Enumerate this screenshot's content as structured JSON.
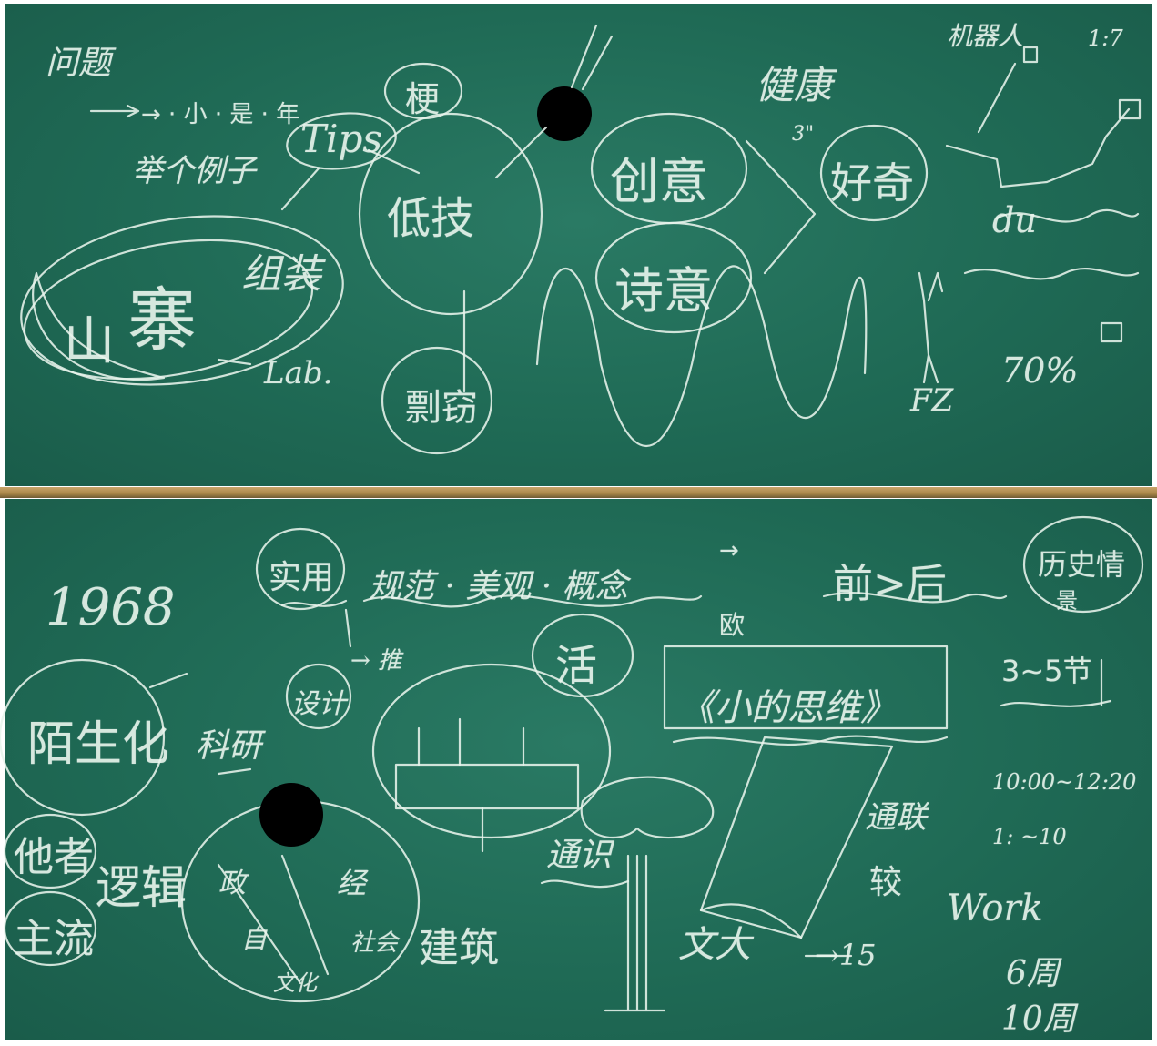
{
  "colors": {
    "board": "#1f6a55",
    "chalk": "#e8f4ec",
    "tray": "#b08c4e"
  },
  "top_board": {
    "wenti": "问题",
    "arrow_note": "→ · 小 · 是 · 年",
    "jugelizi": "举个例子",
    "tips": "Tips",
    "gen": "梗",
    "jiji": "低技",
    "zuzhuang": "组装",
    "shanzhai_shan": "山",
    "shanzhai_zhai": "寨",
    "lab": "Lab.",
    "baodao": "剽窃",
    "chuangyi": "创意",
    "shiyi": "诗意",
    "jiujing": "健康",
    "jiujing_note": "3\"",
    "haoqi": "好奇",
    "jiqiren": "机器人",
    "top_right_note": "1:7",
    "du": "du",
    "pct": "70%",
    "fz": "FZ"
  },
  "bottom_board": {
    "year": "1968",
    "shiyong": "实用",
    "top_line": "规范 · 美观 · 概念",
    "arrow_small": "→",
    "ou": "欧",
    "qianhou": "前>后",
    "lishi_qing": "历史情",
    "lishi_jing": "景",
    "huo": "活",
    "sheji": "设计",
    "tui": "→ 推",
    "schedule": "3~5节",
    "time_a": "10:00~12:20",
    "time_b": "1: ~10",
    "guizhu": "陌生化",
    "keyan": "科研",
    "xiaoquote": "《小的思维》",
    "tongshi": "通识",
    "tonglian": "通联",
    "jiao": "较",
    "tazhe": "他者",
    "luoji": "逻辑",
    "zhuliu": "主流",
    "jianzhu": "建筑",
    "wenda": "文大",
    "fifteen": "→15",
    "work": "Work",
    "weeks6": "6周",
    "weeks10": "10周",
    "seg1": "政",
    "seg2": "自",
    "seg3": "文化",
    "seg4": "经",
    "seg5": "社会"
  }
}
